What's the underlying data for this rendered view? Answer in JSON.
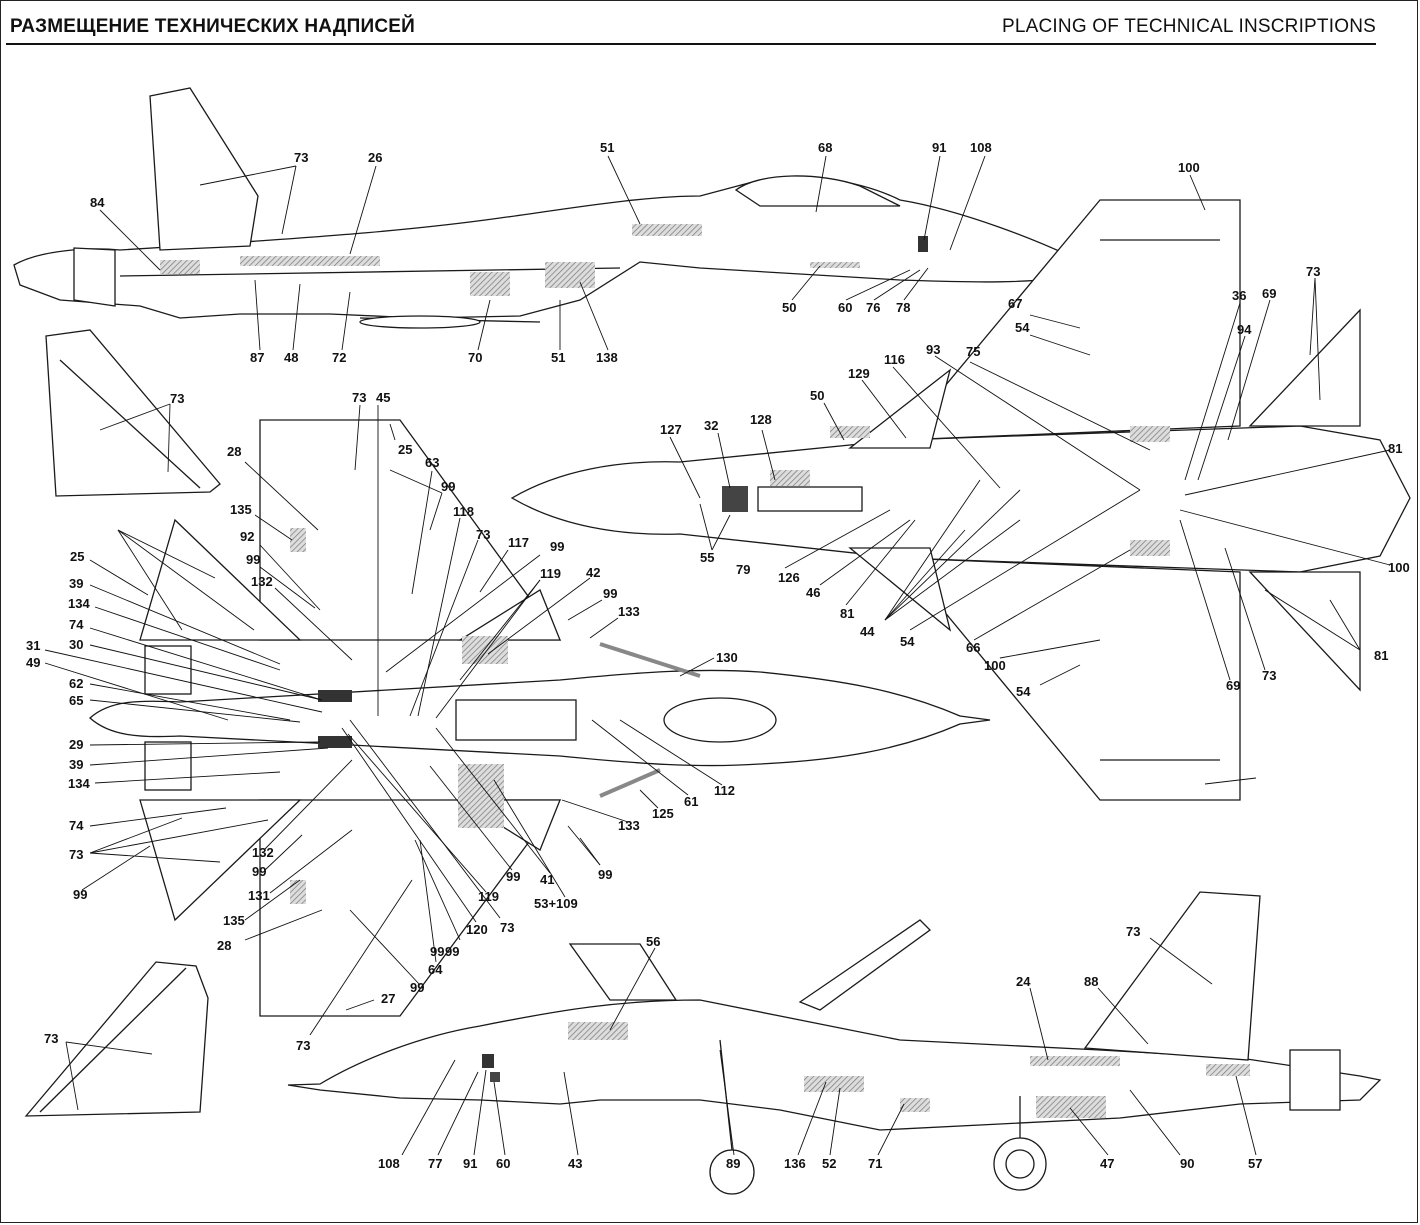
{
  "header": {
    "title_ru": "РАЗМЕЩЕНИЕ ТЕХНИЧЕСКИХ НАДПИСЕЙ",
    "title_en": "PLACING OF TECHNICAL INSCRIPTIONS"
  },
  "colors": {
    "line": "#1a1a1a",
    "hatch": "#9a9a9a",
    "background": "#ffffff"
  },
  "callouts": {
    "side_top": [
      "73",
      "26",
      "84",
      "87",
      "48",
      "72",
      "70",
      "51",
      "138",
      "51",
      "68",
      "91",
      "108",
      "50",
      "60",
      "76",
      "78"
    ],
    "tail_1": [
      "73"
    ],
    "top_view": [
      "100",
      "73",
      "36",
      "69",
      "94",
      "67",
      "54",
      "75",
      "93",
      "116",
      "129",
      "50",
      "128",
      "32",
      "127",
      "55",
      "79",
      "126",
      "46",
      "81",
      "44",
      "54",
      "66",
      "100",
      "54",
      "69",
      "73",
      "81",
      "81",
      "100"
    ],
    "bottom_view": [
      "73",
      "45",
      "25",
      "28",
      "63",
      "99",
      "135",
      "118",
      "73",
      "117",
      "99",
      "92",
      "99",
      "119",
      "42",
      "99",
      "133",
      "132",
      "39",
      "134",
      "74",
      "30",
      "31",
      "49",
      "62",
      "65",
      "29",
      "39",
      "134",
      "74",
      "73",
      "99",
      "132",
      "99",
      "131",
      "135",
      "28",
      "120",
      "73",
      "99",
      "119",
      "99",
      "41",
      "53+109",
      "133",
      "125",
      "61",
      "112",
      "130",
      "99",
      "64",
      "99",
      "99",
      "27",
      "73"
    ],
    "side_bottom": [
      "56",
      "24",
      "88",
      "73",
      "108",
      "77",
      "91",
      "60",
      "43",
      "89",
      "136",
      "52",
      "71",
      "47",
      "90",
      "57"
    ],
    "tail_2": [
      "73"
    ]
  }
}
